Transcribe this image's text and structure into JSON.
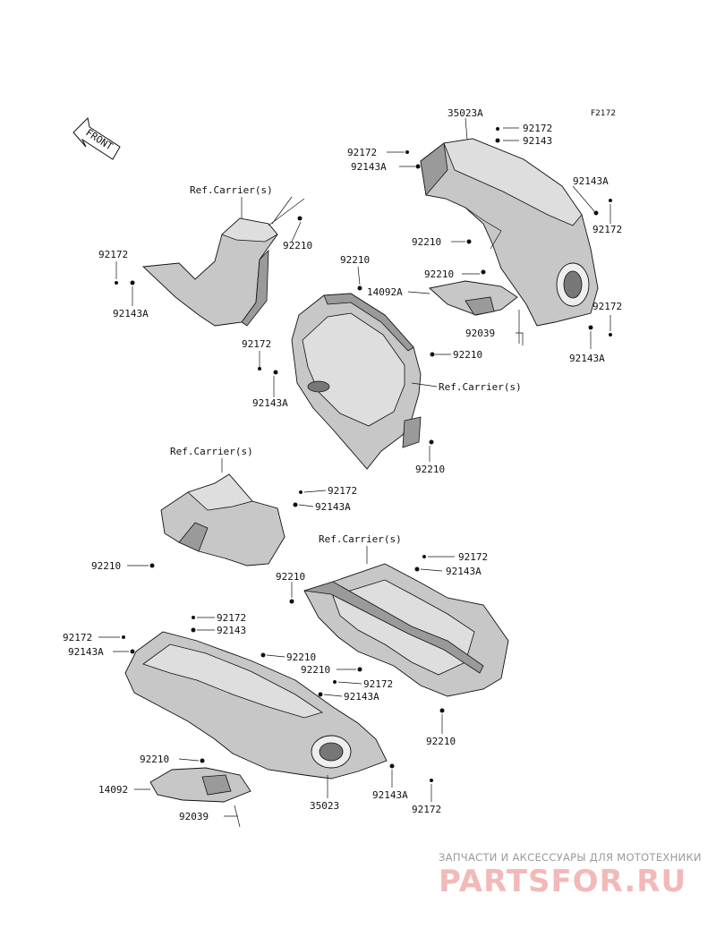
{
  "figure_code": "F2172",
  "front_label": "FRONT",
  "watermark": {
    "line1": "ЗАПЧАСТИ И АКСЕССУАРЫ ДЛЯ МОТОТЕХНИКИ",
    "line2": "PARTSFOR.RU"
  },
  "callouts": [
    {
      "id": "c01",
      "text": "35023A"
    },
    {
      "id": "c02",
      "text": "92172"
    },
    {
      "id": "c03",
      "text": "92143"
    },
    {
      "id": "c04",
      "text": "92172"
    },
    {
      "id": "c05",
      "text": "92143A"
    },
    {
      "id": "c06",
      "text": "92143A"
    },
    {
      "id": "c07",
      "text": "92172"
    },
    {
      "id": "c08",
      "text": "Ref.Carrier(s)"
    },
    {
      "id": "c09",
      "text": "92210"
    },
    {
      "id": "c10",
      "text": "92172"
    },
    {
      "id": "c11",
      "text": "92143A"
    },
    {
      "id": "c12",
      "text": "92210"
    },
    {
      "id": "c13",
      "text": "92210"
    },
    {
      "id": "c14",
      "text": "92210"
    },
    {
      "id": "c15",
      "text": "14092A"
    },
    {
      "id": "c16",
      "text": "92039"
    },
    {
      "id": "c17",
      "text": "92172"
    },
    {
      "id": "c18",
      "text": "92143A"
    },
    {
      "id": "c19",
      "text": "92172"
    },
    {
      "id": "c20",
      "text": "92143A"
    },
    {
      "id": "c21",
      "text": "92210"
    },
    {
      "id": "c22",
      "text": "Ref.Carrier(s)"
    },
    {
      "id": "c23",
      "text": "92210"
    },
    {
      "id": "c24",
      "text": "Ref.Carrier(s)"
    },
    {
      "id": "c25",
      "text": "92172"
    },
    {
      "id": "c26",
      "text": "92143A"
    },
    {
      "id": "c27",
      "text": "92210"
    },
    {
      "id": "c28",
      "text": "Ref.Carrier(s)"
    },
    {
      "id": "c29",
      "text": "92172"
    },
    {
      "id": "c30",
      "text": "92143A"
    },
    {
      "id": "c31",
      "text": "92210"
    },
    {
      "id": "c32",
      "text": "92172"
    },
    {
      "id": "c33",
      "text": "92143"
    },
    {
      "id": "c34",
      "text": "92172"
    },
    {
      "id": "c35",
      "text": "92143A"
    },
    {
      "id": "c36",
      "text": "92210"
    },
    {
      "id": "c37",
      "text": "92210"
    },
    {
      "id": "c38",
      "text": "92172"
    },
    {
      "id": "c39",
      "text": "92143A"
    },
    {
      "id": "c40",
      "text": "92210"
    },
    {
      "id": "c41",
      "text": "92210"
    },
    {
      "id": "c42",
      "text": "14092"
    },
    {
      "id": "c43",
      "text": "92039"
    },
    {
      "id": "c44",
      "text": "35023"
    },
    {
      "id": "c45",
      "text": "92143A"
    },
    {
      "id": "c46",
      "text": "92172"
    }
  ]
}
